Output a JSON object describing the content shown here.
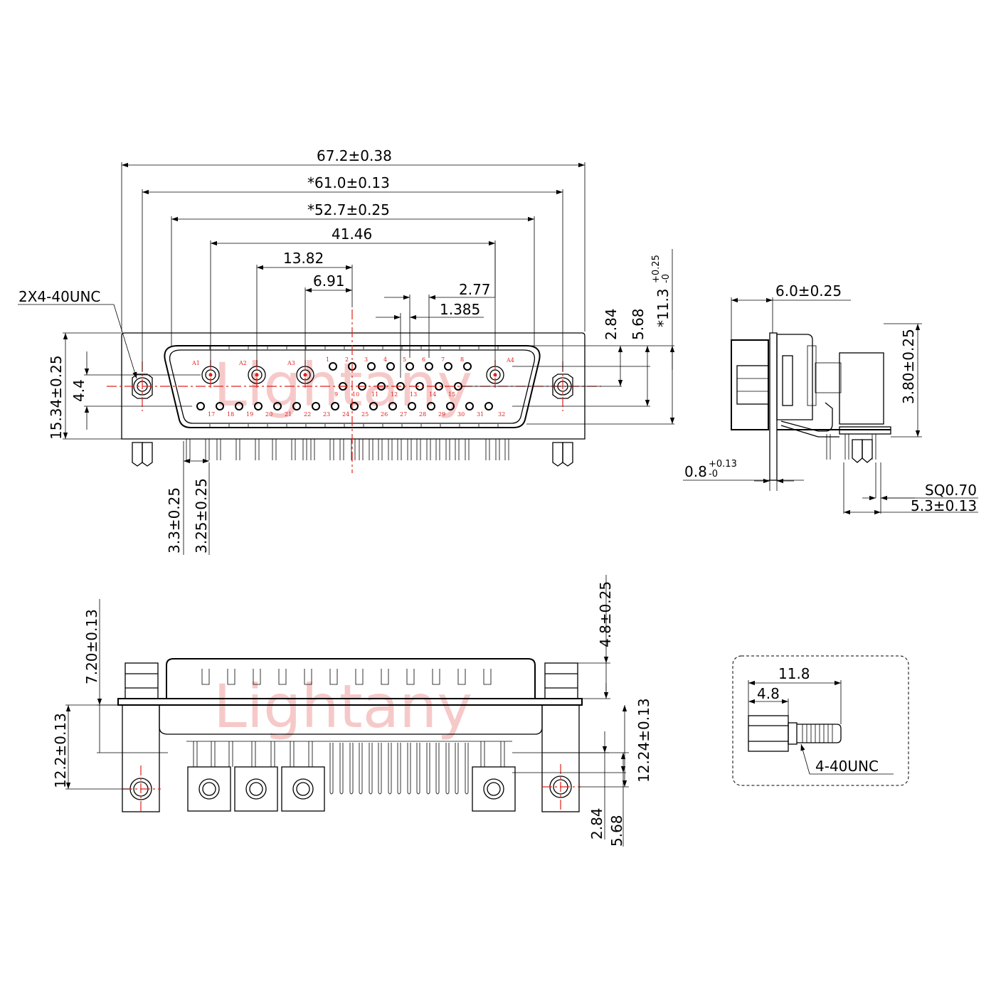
{
  "watermark": "Lightany",
  "front_view": {
    "dims": {
      "overall_width": "67.2±0.38",
      "mount_hole_spacing": "*61.0±0.13",
      "shell_width": "*52.7±0.25",
      "coax_outer_spacing": "41.46",
      "coax_pitch_2x": "13.82",
      "coax_pitch": "6.91",
      "pin_pitch": "2.77",
      "pin_half_pitch": "1.385",
      "thread_callout": "2X4-40UNC",
      "overall_height": "15.34±0.25",
      "row_spacing": "4.4",
      "row_offset_1": "2.84",
      "row_offset_2": "5.68",
      "shell_height_main": "*11.3",
      "shell_height_tol_upper": "+0.25",
      "shell_height_tol_lower": "-0",
      "pcb_offset_1": "3.3±0.25",
      "pcb_offset_2": "3.25±0.25"
    },
    "pin_labels": {
      "coax_top": [
        "A1",
        "A2",
        "A3",
        "A4"
      ],
      "row_top": [
        "1",
        "2",
        "3",
        "4",
        "5",
        "6",
        "7",
        "8"
      ],
      "row_mid": [
        "9",
        "10",
        "11",
        "12",
        "13",
        "14",
        "15"
      ],
      "row_bottom": [
        "17",
        "18",
        "19",
        "20",
        "21",
        "22",
        "23",
        "24",
        "25",
        "26",
        "27",
        "28",
        "29",
        "30",
        "31",
        "32"
      ]
    }
  },
  "side_view": {
    "dims": {
      "bracket_depth": "6.0±0.25",
      "height": "3.80±0.25",
      "flange_main": "0.8",
      "flange_tol_upper": "+0.13",
      "flange_tol_lower": "-0",
      "pin_square": "SQ0.70",
      "pin_offset": "5.3±0.13"
    }
  },
  "bottom_view": {
    "dims": {
      "screw_height": "4.8±0.25",
      "flange_offset": "7.20±0.13",
      "mount_height_left": "12.2±0.13",
      "mount_height_right": "12.24±0.13",
      "row_offset_1": "2.84",
      "row_offset_2": "5.68"
    }
  },
  "screw_detail": {
    "dims": {
      "length": "11.8",
      "head": "4.8",
      "thread": "4-40UNC"
    }
  }
}
